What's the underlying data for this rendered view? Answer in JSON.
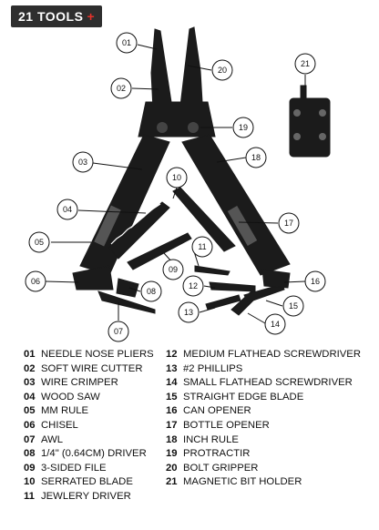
{
  "badge": {
    "count_label": "21 TOOLS",
    "plus": "+"
  },
  "callouts": [
    "01",
    "02",
    "03",
    "04",
    "05",
    "06",
    "07",
    "08",
    "09",
    "10",
    "11",
    "12",
    "13",
    "14",
    "15",
    "16",
    "17",
    "18",
    "19",
    "20",
    "21"
  ],
  "tools": [
    {
      "num": "01",
      "name": "NEEDLE NOSE PLIERS"
    },
    {
      "num": "02",
      "name": "SOFT WIRE CUTTER"
    },
    {
      "num": "03",
      "name": "WIRE CRIMPER"
    },
    {
      "num": "04",
      "name": "WOOD SAW"
    },
    {
      "num": "05",
      "name": "MM RULE"
    },
    {
      "num": "06",
      "name": "CHISEL"
    },
    {
      "num": "07",
      "name": "AWL"
    },
    {
      "num": "08",
      "name": "1/4\" (0.64cm) DRIVER"
    },
    {
      "num": "09",
      "name": "3-SIDED FILE"
    },
    {
      "num": "10",
      "name": "SERRATED BLADE"
    },
    {
      "num": "11",
      "name": "JEWLERY DRIVER"
    },
    {
      "num": "12",
      "name": "MEDIUM FLATHEAD SCREWDRIVER"
    },
    {
      "num": "13",
      "name": "#2 PHILLIPS"
    },
    {
      "num": "14",
      "name": "SMALL FLATHEAD SCREWDRIVER"
    },
    {
      "num": "15",
      "name": "STRAIGHT EDGE BLADE"
    },
    {
      "num": "16",
      "name": "CAN OPENER"
    },
    {
      "num": "17",
      "name": "BOTTLE OPENER"
    },
    {
      "num": "18",
      "name": "INCH RULE"
    },
    {
      "num": "19",
      "name": "PROTRACTIR"
    },
    {
      "num": "20",
      "name": "BOLT GRIPPER"
    },
    {
      "num": "21",
      "name": "MAGNETIC BIT HOLDER"
    }
  ],
  "colors": {
    "badge_bg": "#2e2e2e",
    "accent": "#e4322b",
    "tool_body": "#1b1b1b"
  }
}
